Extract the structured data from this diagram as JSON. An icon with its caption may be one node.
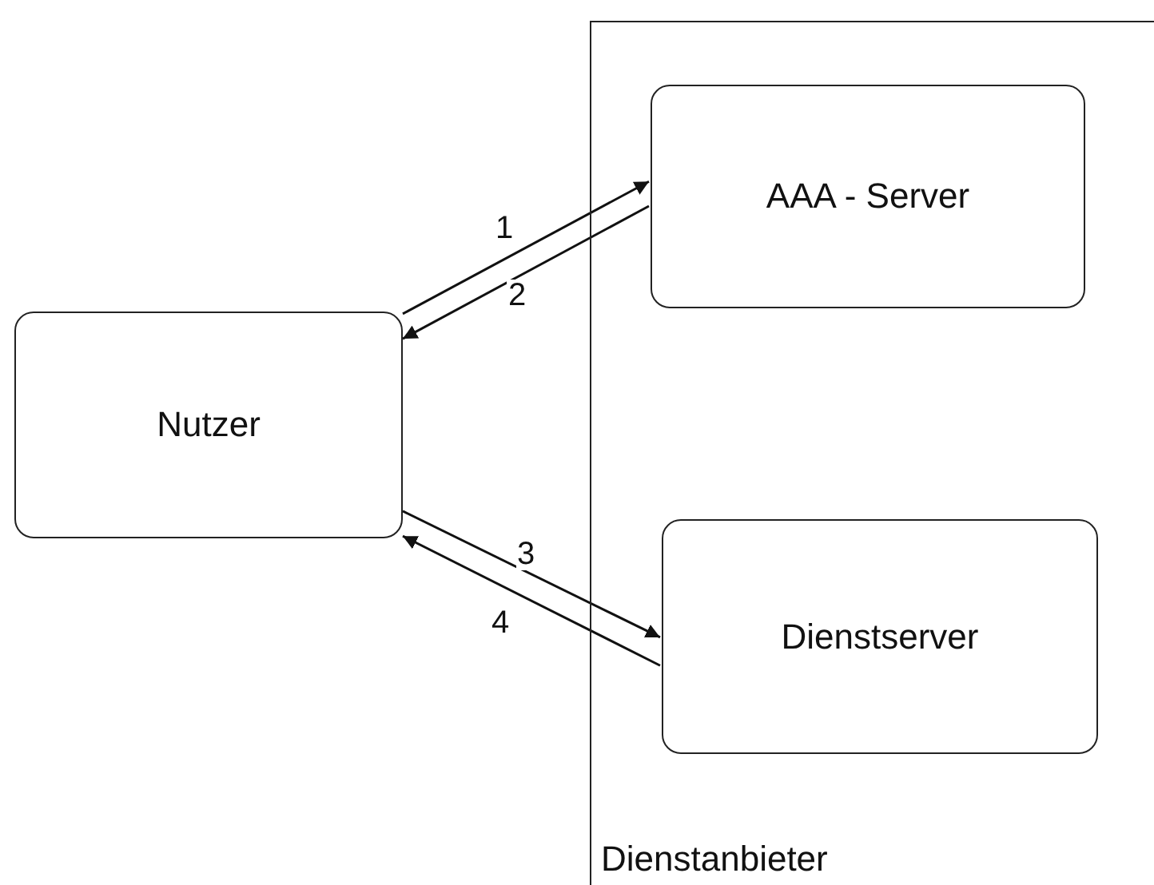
{
  "diagram": {
    "nodes": [
      {
        "text": [
          "Dienstanbieter"
        ]
      },
      {
        "text": [
          "AAA - Server"
        ],
        "in": 0
      },
      {
        "text": [
          "Nutzer"
        ]
      },
      {
        "text": [
          "Dienstserver"
        ],
        "in": 0
      }
    ],
    "edges": [
      {
        "from": 2,
        "to": 1,
        "arrow": "to",
        "label": "1"
      },
      {
        "from": 1,
        "to": 2,
        "arrow": "to",
        "label": "2"
      },
      {
        "from": 2,
        "to": 3,
        "arrow": "to",
        "label": "3"
      },
      {
        "from": 3,
        "to": 2,
        "arrow": "to",
        "label": "4"
      }
    ]
  }
}
